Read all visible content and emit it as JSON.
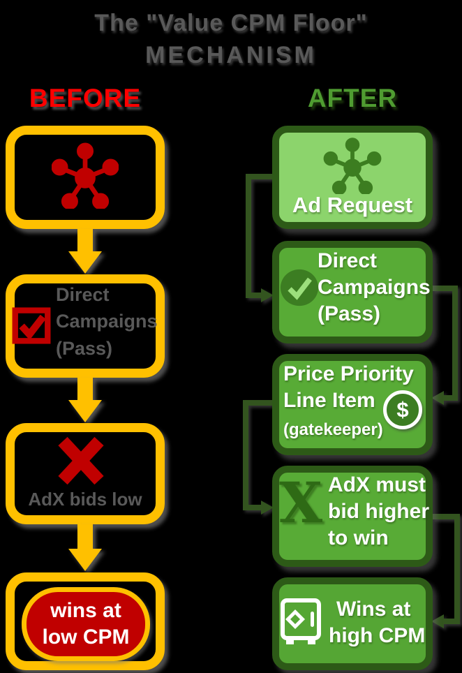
{
  "title": {
    "line1": "The \"Value CPM Floor\"",
    "line2": "MECHANISM"
  },
  "before": {
    "label": "BEFORE",
    "box1": {
      "icon": "network-hub-icon"
    },
    "box2": {
      "icon": "checked-checkbox-icon",
      "line1": "Direct",
      "line2": "Campaigns",
      "line3": "(Pass)"
    },
    "box3": {
      "icon": "x-mark-icon",
      "caption": "AdX bids low"
    },
    "box4": {
      "line1": "wins at",
      "line2": "low CPM"
    }
  },
  "after": {
    "label": "AFTER",
    "box1": {
      "icon": "network-hub-icon",
      "label": "Ad Request"
    },
    "box2": {
      "icon": "check-circle-icon",
      "line1": "Direct",
      "line2": "Campaigns",
      "line3": "(Pass)"
    },
    "box3": {
      "line1": "Price Priority",
      "line2": "Line Item",
      "line3": "(gatekeeper)",
      "dollar_symbol": "$",
      "icon": "dollar-circle-icon"
    },
    "box4": {
      "x_symbol": "X",
      "line1": "AdX must",
      "line2": "bid higher",
      "line3": "to win"
    },
    "box5": {
      "icon": "safe-vault-icon",
      "line1": "Wins at",
      "line2": "high CPM"
    }
  },
  "colors": {
    "background": "#000000",
    "title_gray": "#595959",
    "before_red": "#ff0000",
    "dark_red": "#c00000",
    "gold": "#ffc000",
    "after_green": "#4f9c31",
    "box_border_green": "#2d5a17",
    "box_fill_green": "#58ab36",
    "box_fill_light_green": "#8cd46c",
    "connector_green": "#33541f",
    "white": "#ffffff"
  }
}
